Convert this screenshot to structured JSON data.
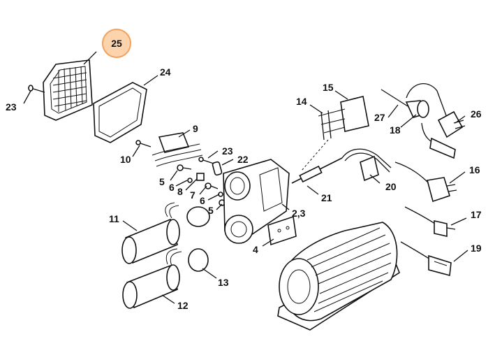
{
  "highlight": {
    "label": "25",
    "color": "#f5a15a",
    "fill": "#fbd3ad"
  },
  "labels": {
    "p23a": "23",
    "p24": "24",
    "p9": "9",
    "p10": "10",
    "p23b": "23",
    "p22": "22",
    "p5a": "5",
    "p6a": "6",
    "p8": "8",
    "p7": "7",
    "p6b": "6",
    "p5b": "5",
    "p14": "14",
    "p15": "15",
    "p27": "27",
    "p18": "18",
    "p26": "26",
    "p21": "21",
    "p20": "20",
    "p16": "16",
    "p23c": "2,3",
    "p4": "4",
    "p11": "11",
    "p13": "13",
    "p12": "12",
    "p17": "17",
    "p19": "19"
  },
  "icons": {
    "grille": "air-grille-icon",
    "gasket": "gasket-icon",
    "motor": "electric-motor-icon",
    "capacitor": "capacitor-icon",
    "plug": "plug-icon"
  }
}
